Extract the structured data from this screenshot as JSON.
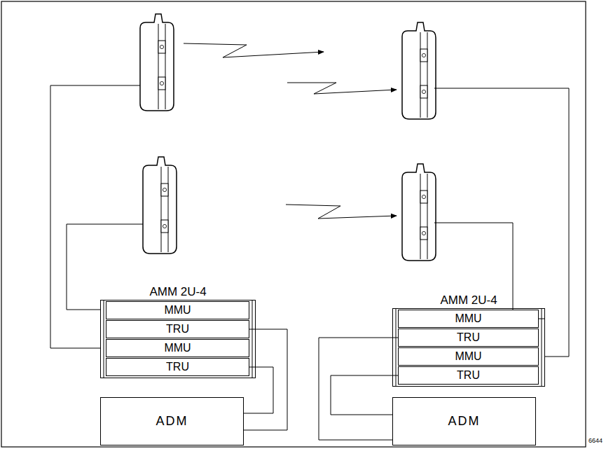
{
  "diagram": {
    "nodes": [
      {
        "text": [
          "AMM 2U-4"
        ]
      },
      {
        "text": [
          "MMU"
        ],
        "in": 0
      },
      {
        "text": [
          "TRU"
        ],
        "in": 0
      },
      {
        "text": [
          "MMU"
        ],
        "in": 0
      },
      {
        "text": [
          "TRU"
        ],
        "in": 0
      },
      {
        "text": [
          "AMM 2U-4"
        ]
      },
      {
        "text": [
          "MMU"
        ],
        "in": 5
      },
      {
        "text": [
          "TRU"
        ],
        "in": 5
      },
      {
        "text": [
          "MMU"
        ],
        "in": 5
      },
      {
        "text": [
          "TRU"
        ],
        "in": 5
      },
      {
        "text": [
          "ADM"
        ]
      },
      {
        "text": [
          "ADM"
        ]
      }
    ],
    "edges": [
      {
        "from": 2,
        "to": 10,
        "arrow": "none"
      },
      {
        "from": 4,
        "to": 10,
        "arrow": "none"
      },
      {
        "from": 7,
        "to": 11,
        "arrow": "none"
      },
      {
        "from": 9,
        "to": 11,
        "arrow": "none"
      }
    ],
    "labels": [
      "6644"
    ]
  }
}
